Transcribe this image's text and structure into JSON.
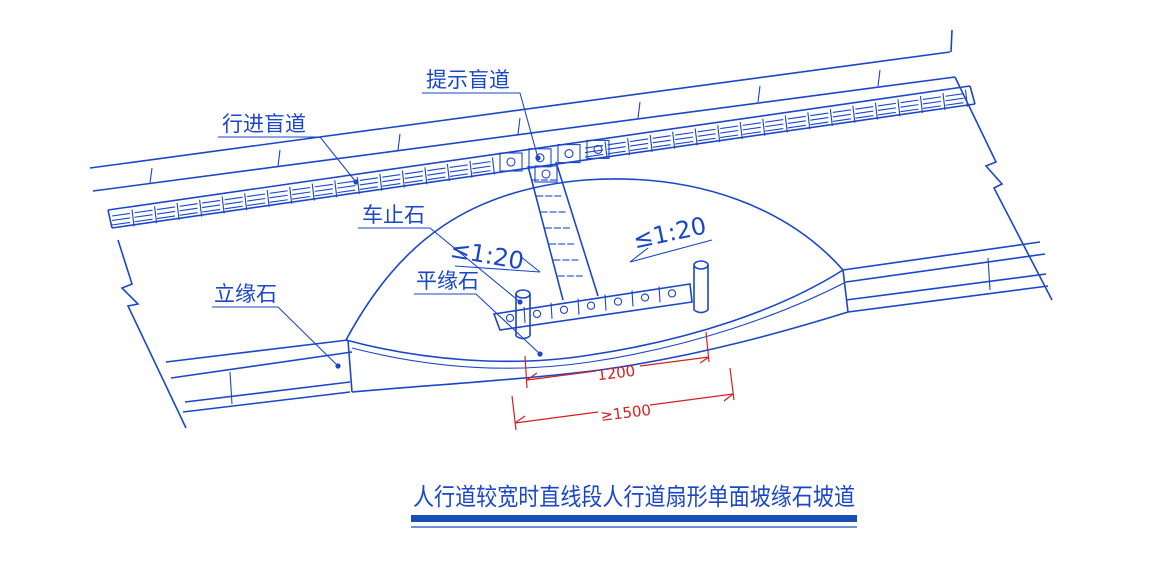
{
  "labels": {
    "tactile_warning": "提示盲道",
    "tactile_guide": "行进盲道",
    "bollard": "车止石",
    "flush_curb": "平缘石",
    "upright_curb": "立缘石"
  },
  "slopes": {
    "left": "≤1:20",
    "right": "≤1:20"
  },
  "dimensions": {
    "inner": "1200",
    "outer": "≥1500"
  },
  "title": "人行道较宽时直线段人行道扇形单面坡缘石坡道",
  "colors": {
    "line": "#1a46c8",
    "dimension": "#d42020",
    "title_bar": "#1750b4"
  }
}
